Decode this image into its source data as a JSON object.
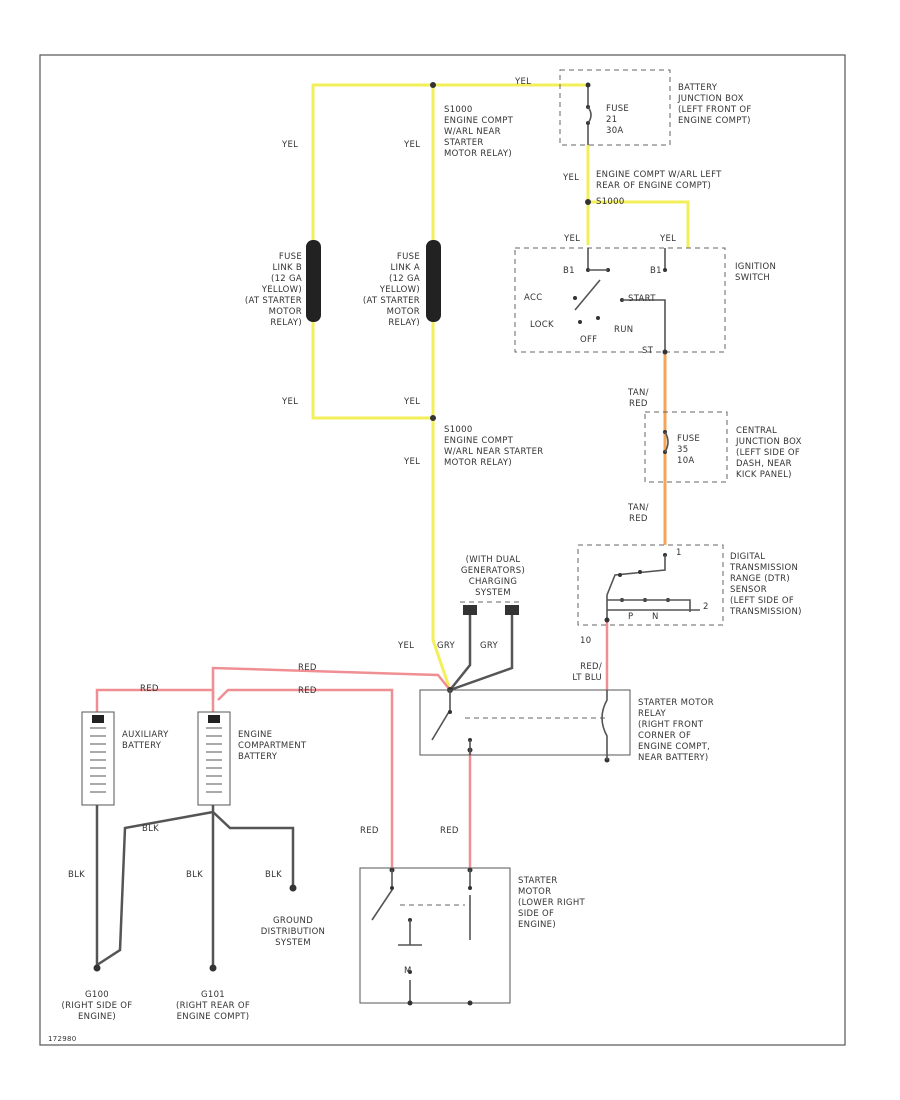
{
  "labels": {
    "yel": "YEL",
    "blk": "BLK",
    "red": "RED",
    "gry": "GRY",
    "tan_red_1": "TAN/",
    "tan_red_2": "RED",
    "red_ltblu_1": "RED/",
    "red_ltblu_2": "LT BLU",
    "pin_10": "10",
    "s1": [
      "S1000",
      "ENGINE COMPT",
      "W/ARL NEAR",
      "STARTER",
      "MOTOR RELAY)"
    ],
    "s2": [
      "S1000",
      "ENGINE COMPT",
      "W/ARL NEAR STARTER",
      "MOTOR RELAY)"
    ],
    "engine_compt_harness": [
      "ENGINE COMPT W/ARL LEFT",
      "REAR OF ENGINE COMPT)"
    ],
    "splice_top": "S1000",
    "fuse_link_b": [
      "FUSE",
      "LINK B",
      "(12 GA",
      "YELLOW)",
      "(AT STARTER",
      "MOTOR",
      "RELAY)"
    ],
    "fuse_link_a": [
      "FUSE",
      "LINK A",
      "(12 GA",
      "YELLOW)",
      "(AT STARTER",
      "MOTOR",
      "RELAY)"
    ],
    "battery_jb": [
      "BATTERY",
      "JUNCTION BOX",
      "(LEFT FRONT OF",
      "ENGINE COMPT)"
    ],
    "fuse_21": [
      "FUSE",
      "21",
      "30A"
    ],
    "ignition_switch": [
      "IGNITION",
      "SWITCH"
    ],
    "ign_pos": {
      "b1": "B1",
      "b2": "B1",
      "acc": "ACC",
      "lock": "LOCK",
      "off": "OFF",
      "run": "RUN",
      "start": "START",
      "pin": "ST"
    },
    "central_jb": [
      "CENTRAL",
      "JUNCTION BOX",
      "(LEFT SIDE OF",
      "DASH, NEAR",
      "KICK PANEL)"
    ],
    "fuse_35": [
      "FUSE",
      "35",
      "10A"
    ],
    "dtr_sensor": [
      "DIGITAL",
      "TRANSMISSION",
      "RANGE (DTR)",
      "SENSOR",
      "(LEFT SIDE OF",
      "TRANSMISSION)"
    ],
    "dtr_pins": {
      "p1": "P",
      "p2": "N",
      "p3": "2",
      "top": "1"
    },
    "dual_gen": [
      "(WITH DUAL",
      "GENERATORS)",
      "CHARGING",
      "SYSTEM"
    ],
    "starter_relay": [
      "STARTER MOTOR",
      "RELAY",
      "(RIGHT FRONT",
      "CORNER OF",
      "ENGINE COMPT,",
      "NEAR BATTERY)"
    ],
    "aux_battery": [
      "AUXILIARY",
      "BATTERY"
    ],
    "engine_battery": [
      "ENGINE",
      "COMPARTMENT",
      "BATTERY"
    ],
    "starter_motor": [
      "STARTER",
      "MOTOR",
      "(LOWER RIGHT",
      "SIDE OF",
      "ENGINE)"
    ],
    "ground_dist": [
      "GROUND",
      "DISTRIBUTION",
      "SYSTEM"
    ],
    "g100": [
      "G100",
      "(RIGHT SIDE OF",
      "ENGINE)"
    ],
    "g101": [
      "G101",
      "(RIGHT REAR OF",
      "ENGINE COMPT)"
    ],
    "starter_pin": "M",
    "footer": "172980"
  },
  "colors": {
    "yellow_wire": "#f3ef5a",
    "red_wire": "#ef8f93",
    "orange_wire": "#f2a65a",
    "black_wire": "#555555"
  }
}
